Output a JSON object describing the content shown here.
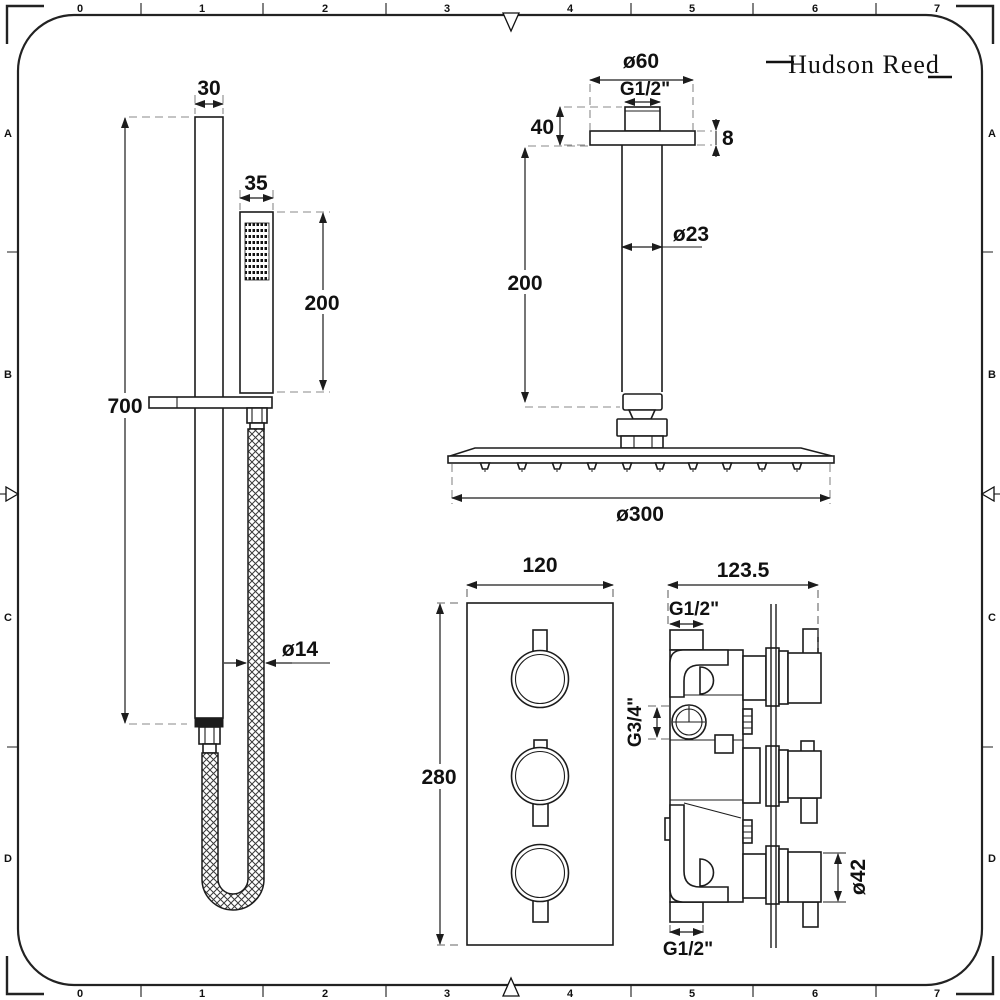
{
  "brand": {
    "name": "Hudson Reed"
  },
  "rulers": {
    "h": [
      "0",
      "1",
      "2",
      "3",
      "4",
      "5",
      "6",
      "7"
    ],
    "v": [
      "A",
      "B",
      "C",
      "D"
    ]
  },
  "hand_shower": {
    "rail_width": "30",
    "handset_width": "35",
    "handset_length": "200",
    "rail_length": "700",
    "hose_diameter": "ø14"
  },
  "ceiling_shower": {
    "plate_diameter": "ø60",
    "connection_thread": "G1/2\"",
    "mount_height": "40",
    "plate_thickness": "8",
    "arm_length": "200",
    "arm_diameter": "ø23",
    "head_diameter": "ø300"
  },
  "valve": {
    "front": {
      "width": "120",
      "height": "280"
    },
    "side": {
      "depth": "123.5",
      "top_inlet_thread": "G1/2\"",
      "outlet_thread": "G3/4\"",
      "bottom_inlet_thread": "G1/2\"",
      "knob_diameter": "ø42"
    }
  }
}
